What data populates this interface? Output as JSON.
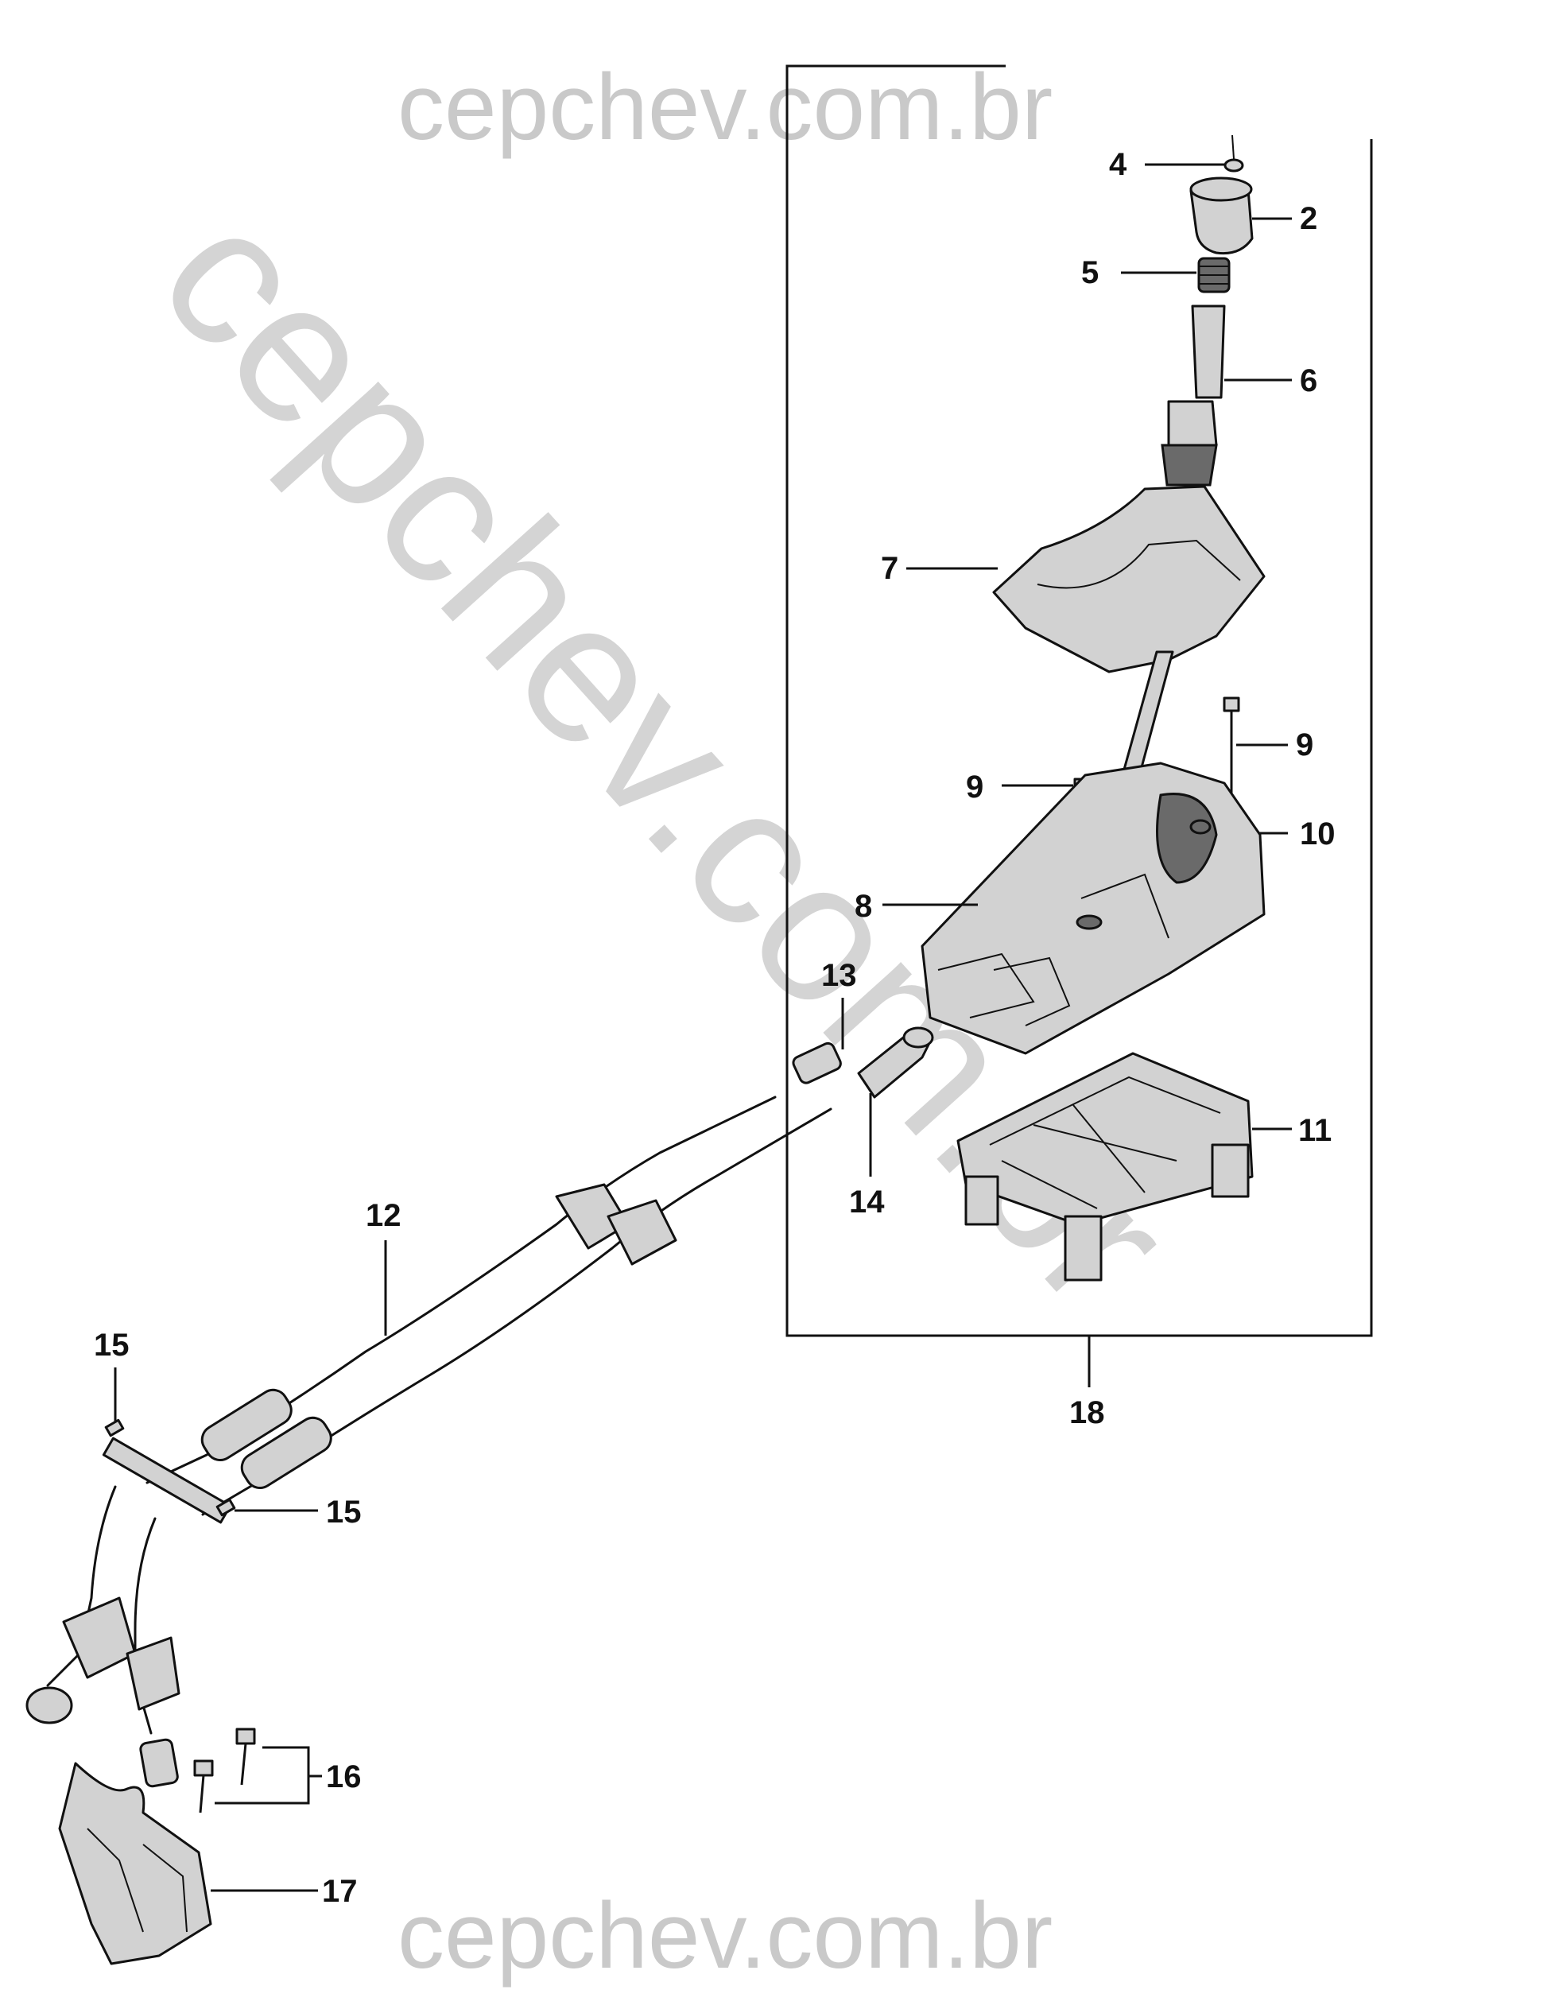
{
  "watermark": {
    "top": "cepchev.com.br",
    "bottom": "cepchev.com.br",
    "diagonal": "cepchev.com.br"
  },
  "callouts": {
    "c2": "2",
    "c4": "4",
    "c5": "5",
    "c6": "6",
    "c7": "7",
    "c8": "8",
    "c9a": "9",
    "c9b": "9",
    "c10": "10",
    "c11": "11",
    "c12": "12",
    "c13": "13",
    "c14": "14",
    "c15a": "15",
    "c15b": "15",
    "c16": "16",
    "c17": "17",
    "c18": "18"
  }
}
